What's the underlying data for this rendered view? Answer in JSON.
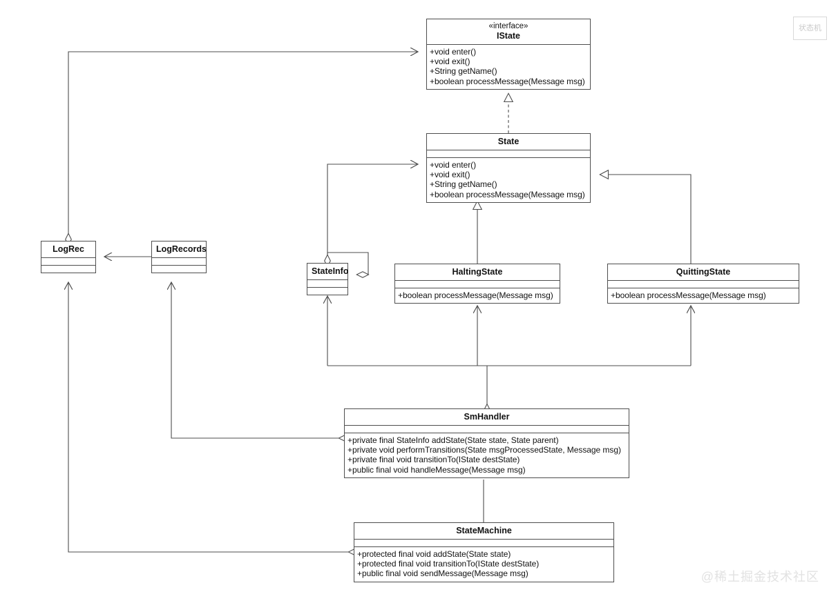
{
  "diagram": {
    "title_note": "状态机",
    "watermark": "@稀土掘金技术社区",
    "line_color": "#4d4d4d"
  },
  "classes": {
    "istate": {
      "stereotype": "«interface»",
      "name": "IState",
      "members": [
        "+void enter()",
        "+void exit()",
        "+String getName()",
        "+boolean processMessage(Message msg)"
      ]
    },
    "state": {
      "name": "State",
      "members": [
        "+void enter()",
        "+void exit()",
        "+String getName()",
        "+boolean processMessage(Message msg)"
      ]
    },
    "logrec": {
      "name": "LogRec",
      "members": []
    },
    "logrecords": {
      "name": "LogRecords",
      "members": []
    },
    "stateinfo": {
      "name": "StateInfo",
      "members": []
    },
    "haltingstate": {
      "name": "HaltingState",
      "members": [
        "+boolean processMessage(Message msg)"
      ]
    },
    "quittingstate": {
      "name": "QuittingState",
      "members": [
        "+boolean processMessage(Message msg)"
      ]
    },
    "smhandler": {
      "name": "SmHandler",
      "members": [
        "+private final StateInfo addState(State state, State parent)",
        "+private void performTransitions(State msgProcessedState, Message msg)",
        "+private final void transitionTo(IState destState)",
        "+public final void handleMessage(Message msg)"
      ]
    },
    "statemachine": {
      "name": "StateMachine",
      "members": [
        "+protected final void addState(State state)",
        "+protected final void transitionTo(IState destState)",
        "+public final void sendMessage(Message msg)"
      ]
    }
  },
  "relationships": [
    {
      "name": "logrec-aggregates-istate",
      "from": "LogRec",
      "to": "IState",
      "type": "aggregation-association"
    },
    {
      "name": "state-realizes-istate",
      "from": "State",
      "to": "IState",
      "type": "realization"
    },
    {
      "name": "logrecords-aggregates-logrec",
      "from": "LogRecords",
      "to": "LogRec",
      "type": "aggregation-association"
    },
    {
      "name": "stateinfo-self-aggregation",
      "from": "StateInfo",
      "to": "StateInfo",
      "type": "aggregation-association"
    },
    {
      "name": "stateinfo-associates-state",
      "from": "StateInfo",
      "to": "State",
      "type": "association"
    },
    {
      "name": "haltingstate-extends-state",
      "from": "HaltingState",
      "to": "State",
      "type": "generalization"
    },
    {
      "name": "quittingstate-extends-state",
      "from": "QuittingState",
      "to": "State",
      "type": "generalization"
    },
    {
      "name": "smhandler-aggregates-stateinfo",
      "from": "SmHandler",
      "to": "StateInfo",
      "type": "aggregation-association"
    },
    {
      "name": "smhandler-aggregates-haltingstate",
      "from": "SmHandler",
      "to": "HaltingState",
      "type": "aggregation-association"
    },
    {
      "name": "smhandler-aggregates-quittingstate",
      "from": "SmHandler",
      "to": "QuittingState",
      "type": "aggregation-association"
    },
    {
      "name": "smhandler-aggregates-logrecords",
      "from": "SmHandler",
      "to": "LogRecords",
      "type": "aggregation-association"
    },
    {
      "name": "statemachine-aggregates-smhandler",
      "from": "StateMachine",
      "to": "SmHandler",
      "type": "aggregation-association"
    },
    {
      "name": "statemachine-aggregates-logrec",
      "from": "StateMachine",
      "to": "LogRec",
      "type": "aggregation-association"
    }
  ]
}
